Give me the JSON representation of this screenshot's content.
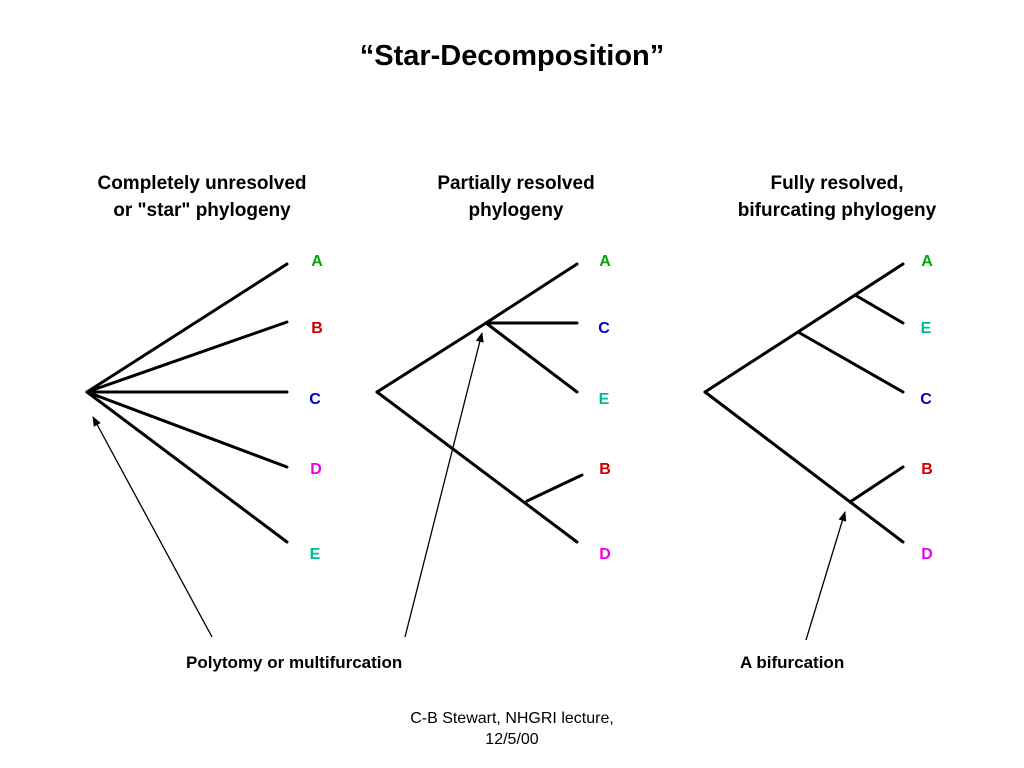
{
  "title": "“Star-Decomposition”",
  "panels": [
    {
      "heading": [
        "Completely unresolved",
        "or \"star\" phylogeny"
      ],
      "leaves": [
        {
          "label": "A",
          "color": "#00aa00"
        },
        {
          "label": "B",
          "color": "#cc0000"
        },
        {
          "label": "C",
          "color": "#0000cc"
        },
        {
          "label": "D",
          "color": "#ee00ee"
        },
        {
          "label": "E",
          "color": "#00bb99"
        }
      ]
    },
    {
      "heading": [
        "Partially resolved",
        "phylogeny"
      ],
      "leaves": [
        {
          "label": "A",
          "color": "#00aa00"
        },
        {
          "label": "C",
          "color": "#0000cc"
        },
        {
          "label": "E",
          "color": "#00bb99"
        },
        {
          "label": "B",
          "color": "#cc0000"
        },
        {
          "label": "D",
          "color": "#ee00ee"
        }
      ]
    },
    {
      "heading": [
        "Fully resolved,",
        "bifurcating phylogeny"
      ],
      "leaves": [
        {
          "label": "A",
          "color": "#00aa00"
        },
        {
          "label": "E",
          "color": "#00bb99"
        },
        {
          "label": "C",
          "color": "#0000cc"
        },
        {
          "label": "B",
          "color": "#cc0000"
        },
        {
          "label": "D",
          "color": "#ee00ee"
        }
      ]
    }
  ],
  "captions": {
    "polytomy": "Polytomy or multifurcation",
    "bifurcation": "A bifurcation"
  },
  "footer": [
    "C-B Stewart, NHGRI lecture,",
    "12/5/00"
  ]
}
